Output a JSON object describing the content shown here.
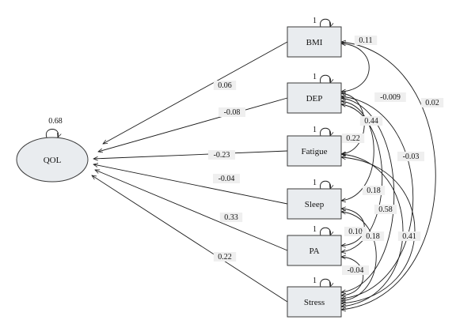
{
  "diagram": {
    "latent": {
      "id": "QOL",
      "label": "QOL",
      "variance": "0.68"
    },
    "indicators": [
      {
        "id": "BMI",
        "label": "BMI",
        "variance": "1"
      },
      {
        "id": "DEP",
        "label": "DEP",
        "variance": "1"
      },
      {
        "id": "Fatigue",
        "label": "Fatigue",
        "variance": "1"
      },
      {
        "id": "Sleep",
        "label": "Sleep",
        "variance": "1"
      },
      {
        "id": "PA",
        "label": "PA",
        "variance": "1"
      },
      {
        "id": "Stress",
        "label": "Stress",
        "variance": "1"
      }
    ],
    "paths": [
      {
        "from": "BMI",
        "to": "QOL",
        "coef": "0.06"
      },
      {
        "from": "DEP",
        "to": "QOL",
        "coef": "-0.08"
      },
      {
        "from": "Fatigue",
        "to": "QOL",
        "coef": "-0.23"
      },
      {
        "from": "Sleep",
        "to": "QOL",
        "coef": "-0.04"
      },
      {
        "from": "PA",
        "to": "QOL",
        "coef": "0.33"
      },
      {
        "from": "Stress",
        "to": "QOL",
        "coef": "0.22"
      }
    ],
    "covariances": [
      {
        "a": "BMI",
        "b": "DEP",
        "coef": "0.11"
      },
      {
        "a": "DEP",
        "b": "Stress",
        "coef": "-0.009"
      },
      {
        "a": "BMI",
        "b": "Stress",
        "coef": "0.02"
      },
      {
        "a": "DEP",
        "b": "Sleep",
        "coef": "0.44"
      },
      {
        "a": "DEP",
        "b": "Fatigue",
        "coef": "0.22"
      },
      {
        "a": "Fatigue",
        "b": "Stress",
        "coef": "-0.03"
      },
      {
        "a": "DEP",
        "b": "PA",
        "coef": "0.18"
      },
      {
        "a": "DEP",
        "b": "Stress",
        "coef": "0.58"
      },
      {
        "a": "Fatigue",
        "b": "Stress",
        "coef": "0.41"
      },
      {
        "a": "Sleep",
        "b": "PA",
        "coef": "0.10"
      },
      {
        "a": "Sleep",
        "b": "Stress",
        "coef": "0.18"
      },
      {
        "a": "PA",
        "b": "Stress",
        "coef": "-0.04"
      }
    ]
  }
}
